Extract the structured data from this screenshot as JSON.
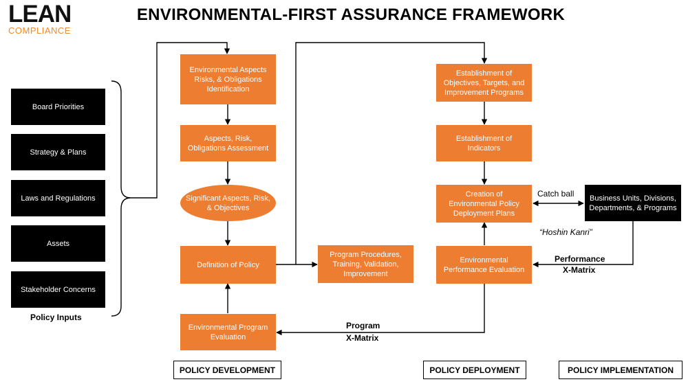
{
  "logo": {
    "primary": "LEAN",
    "secondary": "COMPLIANCE"
  },
  "title": "ENVIRONMENTAL-FIRST ASSURANCE FRAMEWORK",
  "policy_inputs": {
    "items": [
      "Board Priorities",
      "Strategy & Plans",
      "Laws and Regulations",
      "Assets",
      "Stakeholder Concerns"
    ],
    "label": "Policy Inputs"
  },
  "development": {
    "aspects_identification": "Environmental Aspects Risks, & Obligations Identification",
    "assessment": "Aspects, Risk, Obligations Assessment",
    "significant": "Significant Aspects, Risk, & Objectives",
    "definition_of_policy": "Definition of Policy",
    "program_evaluation": "Environmental Program Evaluation"
  },
  "program_procedures": "Program Procedures, Training, Validation, Improvement",
  "deployment": {
    "objectives": "Establishment of Objectives, Targets, and Improvement Programs",
    "indicators": "Establishment of Indicators",
    "deployment_plans": "Creation of Environmental Policy Deployment Plans",
    "performance_evaluation": "Environmental Performance Evaluation"
  },
  "business_units": "Business Units, Divisions, Departments, & Programs",
  "labels": {
    "catch_ball": "Catch ball",
    "hoshin_kanri": "“Hoshin Kanri”",
    "performance_xmatrix_line1": "Performance",
    "performance_xmatrix_line2": "X-Matrix",
    "program_xmatrix_line1": "Program",
    "program_xmatrix_line2": "X-Matrix"
  },
  "phases": [
    "POLICY DEVELOPMENT",
    "POLICY DEPLOYMENT",
    "POLICY IMPLEMENTATION"
  ],
  "colors": {
    "accent": "#ed7d31",
    "box_dark": "#000000",
    "logo_accent": "#f08a24"
  }
}
